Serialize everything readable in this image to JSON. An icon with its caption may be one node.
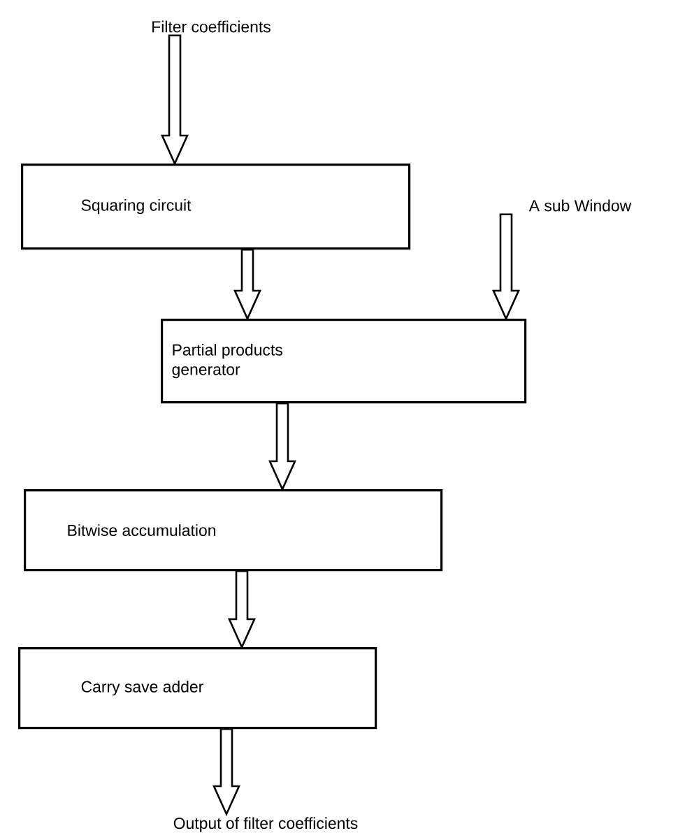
{
  "diagram": {
    "nodes": [
      {
        "text": [
          "Filter coefficients"
        ]
      },
      {
        "text": [
          "Squaring circuit"
        ]
      },
      {
        "text": [
          "A sub Window"
        ]
      },
      {
        "text": [
          "Partial products generator"
        ]
      },
      {
        "text": [
          "Bitwise accumulation"
        ]
      },
      {
        "text": [
          "Carry save adder"
        ]
      },
      {
        "text": [
          "Output of filter coefficients"
        ]
      }
    ],
    "edges": [
      {
        "from": 0,
        "to": 1,
        "arrow": "to"
      },
      {
        "from": 1,
        "to": 3,
        "arrow": "to"
      },
      {
        "from": 2,
        "to": 3,
        "arrow": "to"
      },
      {
        "from": 3,
        "to": 4,
        "arrow": "to"
      },
      {
        "from": 4,
        "to": 5,
        "arrow": "to"
      },
      {
        "from": 5,
        "to": 6,
        "arrow": "to"
      }
    ]
  }
}
